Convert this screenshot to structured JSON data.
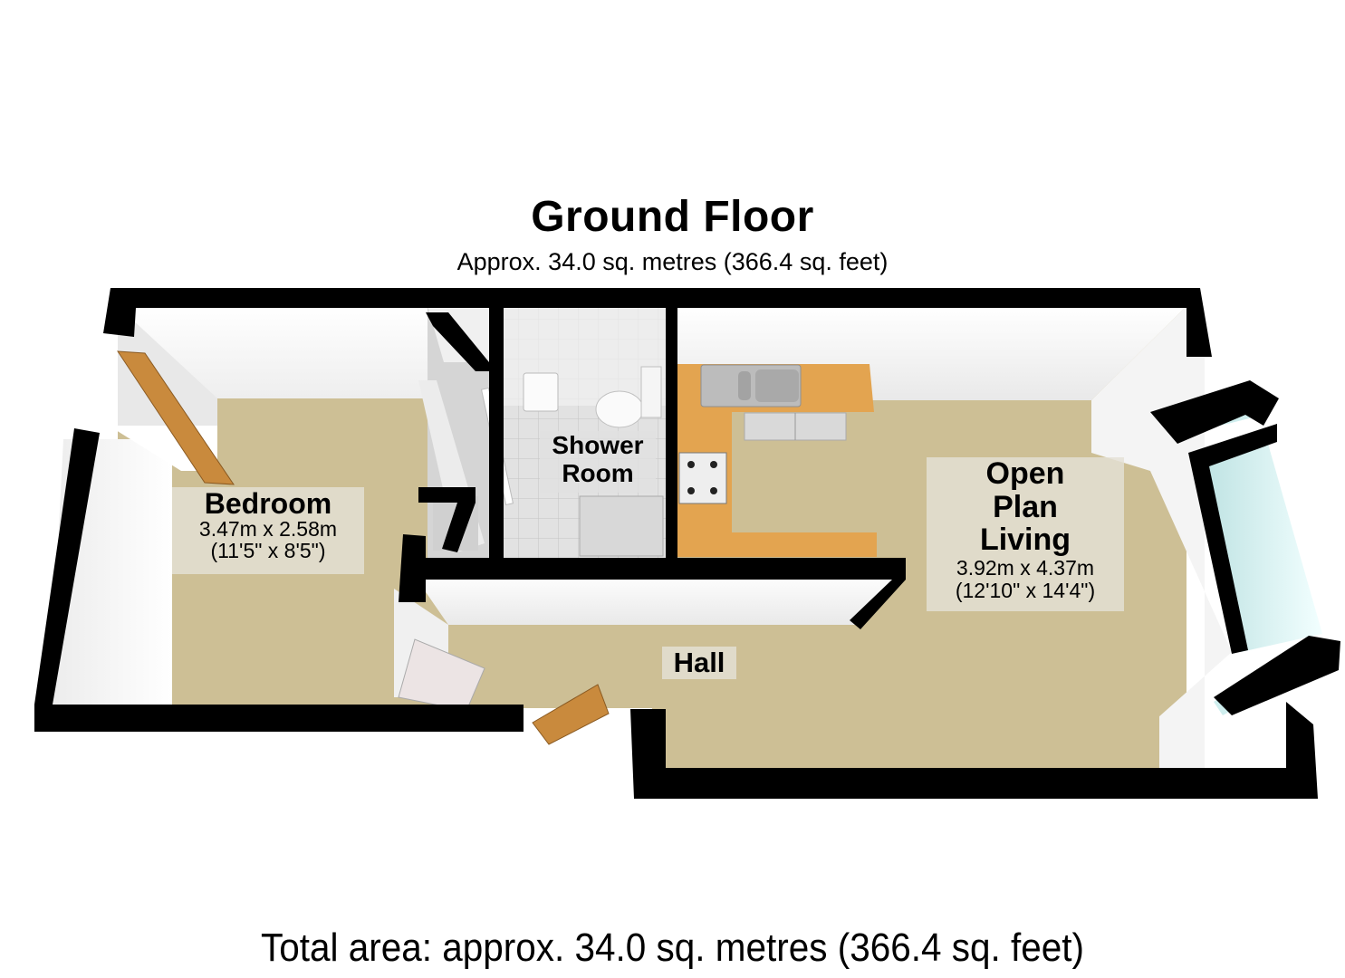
{
  "header": {
    "title": "Ground Floor",
    "subtitle": "Approx. 34.0 sq. metres (366.4 sq. feet)"
  },
  "rooms": {
    "bedroom": {
      "name": "Bedroom",
      "metric": "3.47m x 2.58m",
      "imperial": "(11'5\" x 8'5\")"
    },
    "shower_room": {
      "name_line1": "Shower",
      "name_line2": "Room"
    },
    "open_plan_living": {
      "name_line1": "Open",
      "name_line2": "Plan",
      "name_line3": "Living",
      "metric": "3.92m x 4.37m",
      "imperial": "(12'10\" x 14'4\")"
    },
    "hall": {
      "name": "Hall"
    }
  },
  "footer": {
    "total": "Total area: approx. 34.0 sq. metres (366.4 sq. feet)"
  },
  "colors": {
    "wall": "#000000",
    "carpet": "#cdbf95",
    "wall_face": "#f4f4f4",
    "worktop": "#e3a450",
    "door": "#c98a3d",
    "glass": "#dff5f5",
    "tile": "#d9d9d9"
  }
}
